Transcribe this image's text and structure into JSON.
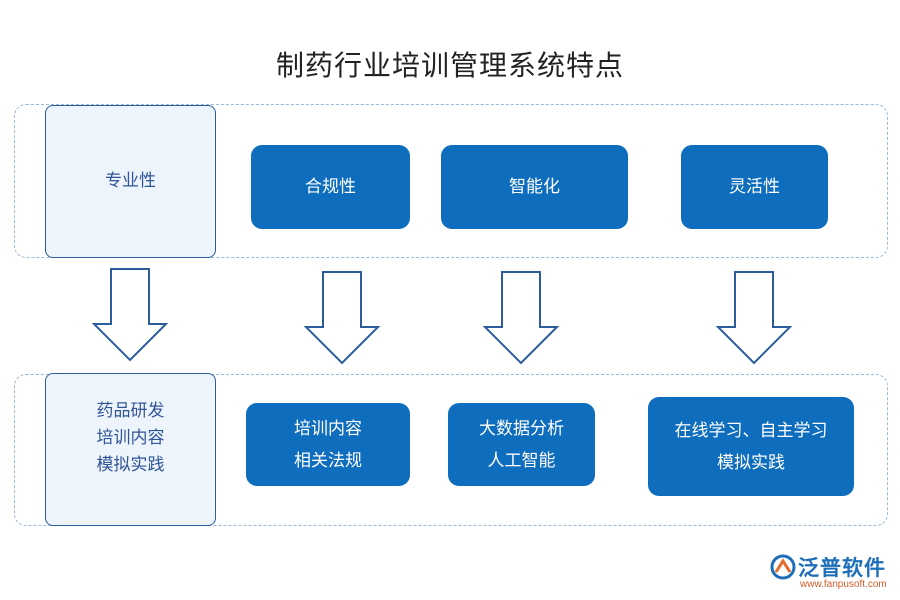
{
  "title": "制药行业培训管理系统特点",
  "top_row": {
    "side_label": "专业性",
    "items": [
      "合规性",
      "智能化",
      "灵活性"
    ]
  },
  "bottom_row": {
    "side_lines": [
      "药品研发",
      "培训内容",
      "模拟实践"
    ],
    "items": [
      {
        "lines": [
          "培训内容",
          "相关法规"
        ]
      },
      {
        "lines": [
          "大数据分析",
          "人工智能"
        ]
      },
      {
        "lines": [
          "在线学习、自主学习",
          "模拟实践"
        ]
      }
    ]
  },
  "logo": {
    "name": "泛普软件",
    "url": "www.fanpusoft.com"
  },
  "colors": {
    "pill": "#0e6dbd",
    "side_bg": "#eef4fb",
    "side_border": "#2a5d9a",
    "dashed_border": "#9ab8d8"
  }
}
